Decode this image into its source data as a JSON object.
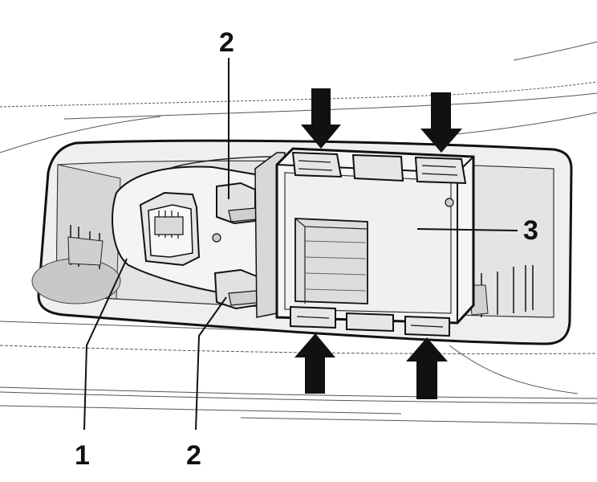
{
  "diagram": {
    "callouts": [
      {
        "id": "callout-2-top",
        "text": "2"
      },
      {
        "id": "callout-3",
        "text": "3"
      },
      {
        "id": "callout-1",
        "text": "1"
      },
      {
        "id": "callout-2-bottom",
        "text": "2"
      }
    ],
    "arrows": [
      {
        "id": "arrow-top-left",
        "direction": "down"
      },
      {
        "id": "arrow-top-right",
        "direction": "down"
      },
      {
        "id": "arrow-bottom-left",
        "direction": "up"
      },
      {
        "id": "arrow-bottom-right",
        "direction": "up"
      }
    ],
    "colors": {
      "ink": "#111111",
      "fill_light": "#f0f0f0",
      "fill_mid": "#dcdcdc",
      "fill_dark": "#b8b8b8",
      "background": "#ffffff"
    }
  }
}
